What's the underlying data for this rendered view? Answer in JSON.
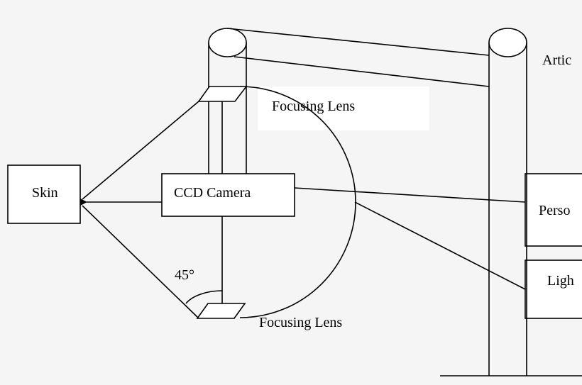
{
  "labels": {
    "skin": "Skin",
    "ccd_camera": "CCD Camera",
    "focusing_lens_top": "Focusing Lens",
    "focusing_lens_bottom": "Focusing Lens",
    "angle": "45°",
    "articulated_arm": "Artic",
    "personal_computer": "Perso",
    "light_source": "Ligh"
  },
  "colors": {
    "background": "#f5f5f5",
    "stroke": "#000000",
    "box_fill": "#ffffff"
  }
}
